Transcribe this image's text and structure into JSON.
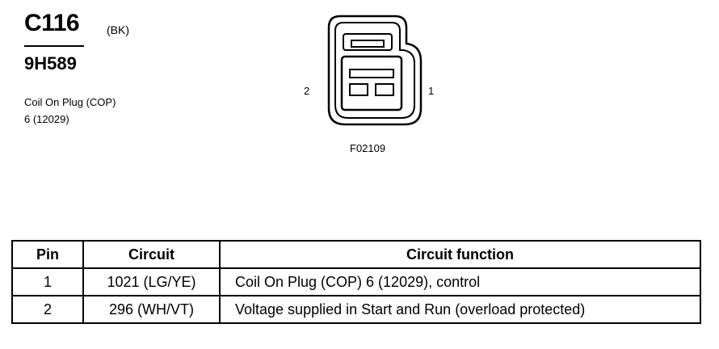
{
  "header": {
    "connector_id": "C116",
    "connector_color": "(BK)",
    "part_number": "9H589",
    "description_line1": "Coil On Plug (COP)",
    "description_line2": "6 (12029)"
  },
  "connector_view": {
    "pin_label_left": "2",
    "pin_label_right": "1",
    "figure_code": "F02109"
  },
  "table": {
    "columns": [
      "Pin",
      "Circuit",
      "Circuit function"
    ],
    "rows": [
      {
        "pin": "1",
        "circuit": "1021 (LG/YE)",
        "function": "Coil On Plug (COP) 6 (12029), control"
      },
      {
        "pin": "2",
        "circuit": "296 (WH/VT)",
        "function": "Voltage supplied in Start and Run (overload protected)"
      }
    ]
  }
}
